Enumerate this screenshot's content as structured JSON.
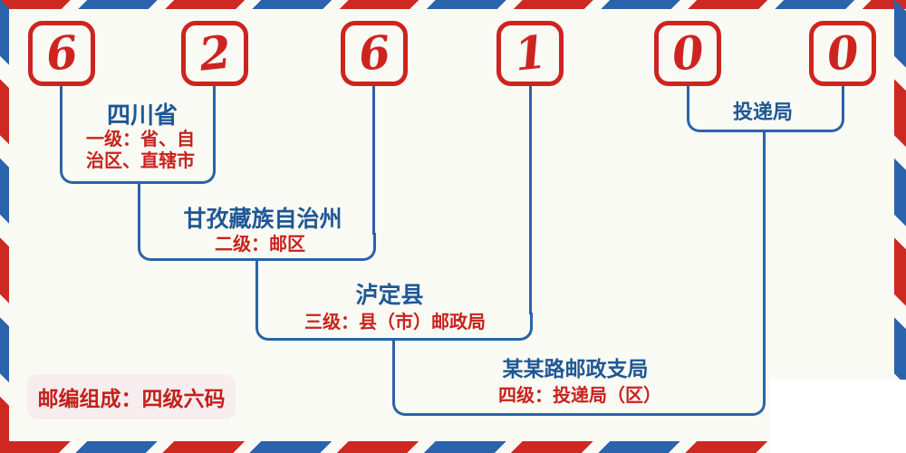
{
  "postal_code": {
    "digits": [
      "6",
      "2",
      "6",
      "1",
      "0",
      "0"
    ]
  },
  "levels": [
    {
      "region": "四川省",
      "desc_lines": [
        "一级：省、自",
        "治区、直辖市"
      ]
    },
    {
      "region": "甘孜藏族自治州",
      "desc": "二级：邮区"
    },
    {
      "region": "泸定县",
      "desc": "三级：县（市）邮政局"
    },
    {
      "region": "某某路邮政支局",
      "desc": "四级：投递局（区）"
    }
  ],
  "delivery_label": "投递局",
  "badge": {
    "text": "邮编组成：四级六码"
  },
  "colors": {
    "red": "#ce2420",
    "blue_text": "#1f5795",
    "blue_line": "#2b63a8",
    "badge_background": "#f7edef",
    "page_background": "#f9faf4",
    "corner_patch": "#ffffff"
  }
}
